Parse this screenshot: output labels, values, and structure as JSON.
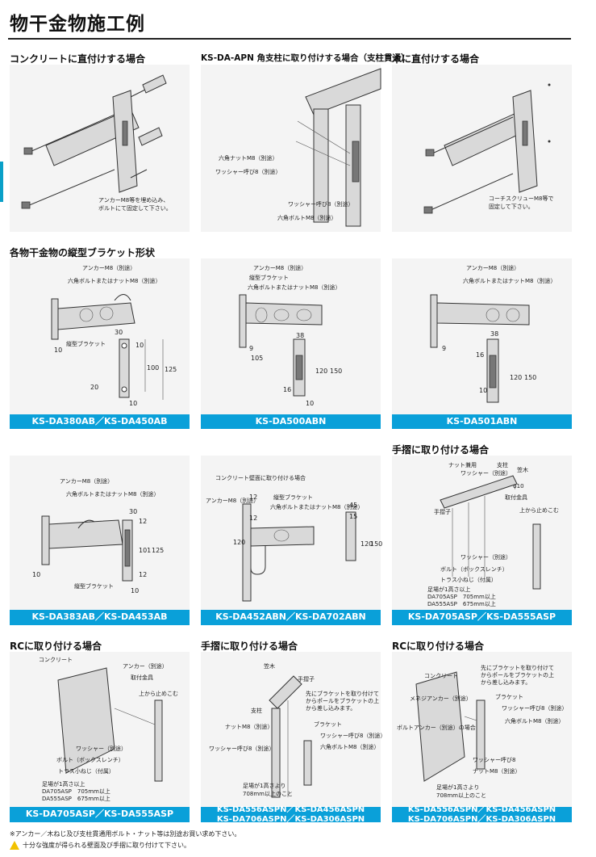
{
  "title": "物干金物施工例",
  "sections": {
    "concrete_direct": "コンクリートに直付けする場合",
    "apn_post": "KS-DA-APN 角支柱に取り付けする場合（支柱貫通）",
    "wood_direct": "木に直付けする場合",
    "vertical_bracket": "各物干金物の縦型ブラケット形状",
    "handrail": "手摺に取り付ける場合",
    "rc1": "RCに取り付ける場合",
    "handrail2": "手摺に取り付ける場合",
    "rc2": "RCに取り付ける場合"
  },
  "notes": {
    "concrete": [
      "アンカーM8等を埋め込み、",
      "ボルトにて固定して下さい。"
    ],
    "wood": [
      "コーチスクリューM8等で",
      "固定して下さい。"
    ],
    "apn": [
      "六角ナットM8（別途）",
      "ワッシャー呼び8（別途）",
      "ワッシャー呼び8（別途）",
      "六角ボルトM8（別途）"
    ],
    "anchor": "アンカーM8（別途）",
    "hexbolt": "六角ボルトまたはナットM8（別途）",
    "vbracket": "縦型ブラケット",
    "concrete_wall": "コンクリート壁面に取り付ける場合",
    "handrail_labels": [
      "ナット兼用",
      "ワッシャー（別途）",
      "支柱",
      "笠木",
      "φ10",
      "取付金具",
      "手摺子",
      "上から止めこむ",
      "ワッシャー（別途）",
      "ボルト（ボックスレンチ）",
      "トラス小ねじ（付属）",
      "足場が1高さ以上",
      "DA705ASP　705mm以上",
      "DA555ASP　675mm以上"
    ],
    "rc1_labels": [
      "コンクリート",
      "アンカー（別途）",
      "取付金具",
      "上から止めこむ",
      "ワッシャー（別途）",
      "ボルト（ボックスレンチ）",
      "トラス小ねじ（付属）",
      "足場が1高さ以上",
      "DA705ASP　705mm以上",
      "DA555ASP　675mm以上"
    ],
    "hr2_labels": [
      "笠木",
      "手摺子",
      "支柱",
      "先にブラケットを取り付けて",
      "からポールをブラケットの上",
      "から差し込みます。",
      "ナットM8（別途）",
      "ワッシャー呼び8（別途）",
      "ブラケット",
      "ワッシャー呼び8（別途）",
      "六角ボルトM8（別途）",
      "足場が1高さより",
      "708mm以上のこと"
    ],
    "rc2_labels": [
      "コンクリート",
      "先にブラケットを取り付けて",
      "からポールをブラケットの上",
      "から差し込みます。",
      "メネジアンカー（別途）",
      "ブラケット",
      "ワッシャー呼び8（別途）",
      "六角ボルトM8（別途）",
      "ボルトアンカー（別途）の場合",
      "ワッシャー呼び8",
      "ナットM8（別途）",
      "足場が1高さより",
      "708mm以上のこと"
    ]
  },
  "dims": {
    "p1": [
      "30",
      "10",
      "10",
      "100",
      "125",
      "20",
      "10"
    ],
    "p2": [
      "9",
      "105",
      "38",
      "120",
      "150",
      "16",
      "10"
    ],
    "p3": [
      "9",
      "38",
      "16",
      "120",
      "150",
      "10"
    ],
    "p4": [
      "30",
      "12",
      "101",
      "125",
      "12",
      "10",
      "10"
    ],
    "p5": [
      "12",
      "12",
      "120",
      "45",
      "15",
      "120",
      "150"
    ]
  },
  "captions": {
    "c1": "KS-DA380AB／KS-DA450AB",
    "c2": "KS-DA500ABN",
    "c3": "KS-DA501ABN",
    "c4": "KS-DA383AB／KS-DA453AB",
    "c5": "KS-DA452ABN／KS-DA702ABN",
    "c6": "KS-DA705ASP／KS-DA555ASP",
    "c7": "KS-DA705ASP／KS-DA555ASP",
    "c8a": "KS-DA556ASPN／KS-DA456ASPN",
    "c8b": "KS-DA706ASPN／KS-DA306ASPN",
    "c9a": "KS-DA556ASPN／KS-DA456ASPN",
    "c9b": "KS-DA706ASPN／KS-DA306ASPN"
  },
  "footnotes": {
    "f1": "※アンカー／木ねじ及び支柱貫通用ボルト・ナット等は別途お買い求め下さい。",
    "f2": "十分な強度が得られる壁面及び手摺に取り付けて下さい。"
  },
  "colors": {
    "caption_bg": "#0aa0d9",
    "panel_bg": "#f4f4f4",
    "warning": "#f2c200"
  }
}
